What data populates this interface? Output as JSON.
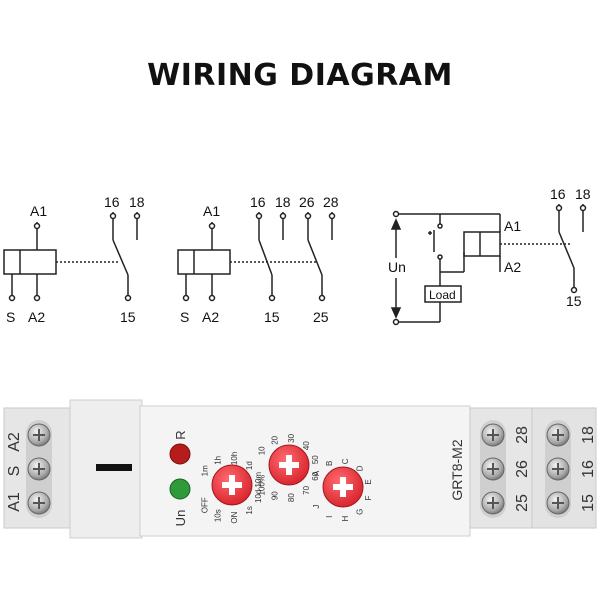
{
  "title": "WIRING DIAGRAM",
  "diagram1": {
    "a1": "A1",
    "s": "S",
    "a2": "A2",
    "t16": "16",
    "t18": "18",
    "t15": "15"
  },
  "diagram2": {
    "a1": "A1",
    "s": "S",
    "a2": "A2",
    "t16": "16",
    "t18": "18",
    "t26": "26",
    "t28": "28",
    "t15": "15",
    "t25": "25"
  },
  "diagram3": {
    "un": "Un",
    "a1": "A1",
    "a2": "A2",
    "load": "Load",
    "t16": "16",
    "t18": "18",
    "t15": "15"
  },
  "device": {
    "model": "GRT8-M2",
    "left_terminals": [
      "A2",
      "S",
      "A1"
    ],
    "right_inner_terminals": [
      "28",
      "26",
      "25"
    ],
    "right_outer_terminals": [
      "18",
      "16",
      "15"
    ],
    "indicators": {
      "relay": "R",
      "power": "Un"
    },
    "led_red_color": "#b71c1c",
    "led_green_color": "#2e9a3a",
    "knob_color": "#e8323c",
    "range_knob_labels": [
      "1m",
      "1h",
      "10h",
      "1d",
      "10m",
      "10d",
      "1s",
      "ON",
      "10s",
      "OFF"
    ],
    "percent_knob_labels": [
      "10",
      "20",
      "30",
      "40",
      "50",
      "60",
      "70",
      "80",
      "90",
      "100%"
    ],
    "function_knob_labels": [
      "A",
      "B",
      "C",
      "D",
      "E",
      "F",
      "G",
      "H",
      "I",
      "J"
    ]
  }
}
